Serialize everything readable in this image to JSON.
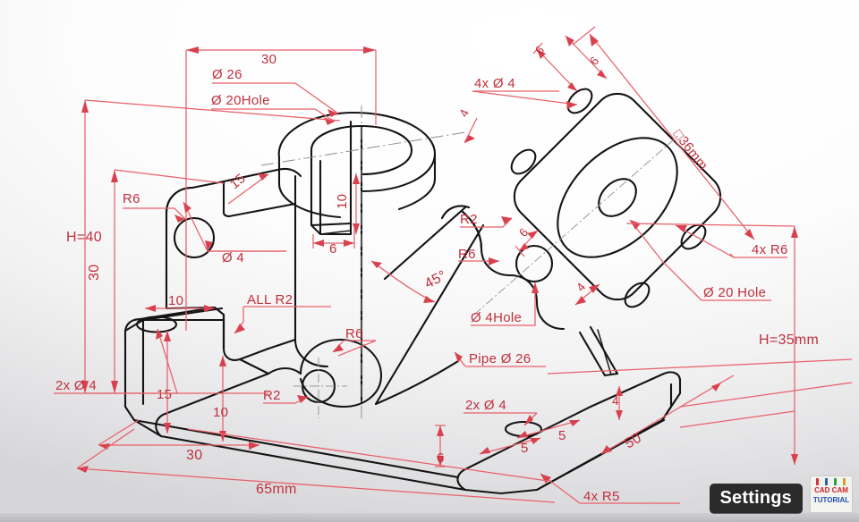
{
  "drawing": {
    "title": "Isometric CAD part dimensioned drawing",
    "line_color": "#141414",
    "dimension_color": "#c0303c",
    "background": "#ffffff"
  },
  "dimensions": {
    "top_width_30": "30",
    "dia_26": "Ø 26",
    "dia_20_hole": "Ø 20Hole",
    "h_40": "H=40",
    "height_30": "30",
    "r6_left": "R6",
    "len_15": "15",
    "dia_4_left": "Ø 4",
    "width_10_top": "10",
    "all_r2": "ALL R2",
    "height_15": "15",
    "height_10": "10",
    "r2_boss": "R2",
    "r6_boss": "R6",
    "base_30": "30",
    "base_65mm": "65mm",
    "twox_dia_4_left": "2x Ø 4",
    "slot_depth_10": "10",
    "slot_width_6": "6",
    "angle_45": "45°",
    "thk_4_top": "4",
    "r2_rib": "R2",
    "r6_rib": "R6",
    "dia_4_hole": "Ø 4Hole",
    "pitch_6_rib": "6",
    "thk_4_flange": "4",
    "fourx_dia_4": "4x Ø 4",
    "edge_6_a": "6",
    "edge_6_b": "6",
    "square_36mm": "□36mm",
    "fourx_r6": "4x R6",
    "dia_20_hole_right": "Ø 20 Hole",
    "h_35mm": "H=35mm",
    "pipe_dia_26": "Pipe Ø 26",
    "twox_dia_4_bottom": "2x Ø 4",
    "base_thk_6": "6",
    "pitch_5_a": "5",
    "pitch_5_b": "5",
    "depth_50": "50",
    "thk_4_base": "4",
    "fourx_r5": "4x  R5"
  },
  "overlay": {
    "settings_label": "Settings",
    "logo_line1": "CAD CAM",
    "logo_line2": "TUTORIAL"
  }
}
